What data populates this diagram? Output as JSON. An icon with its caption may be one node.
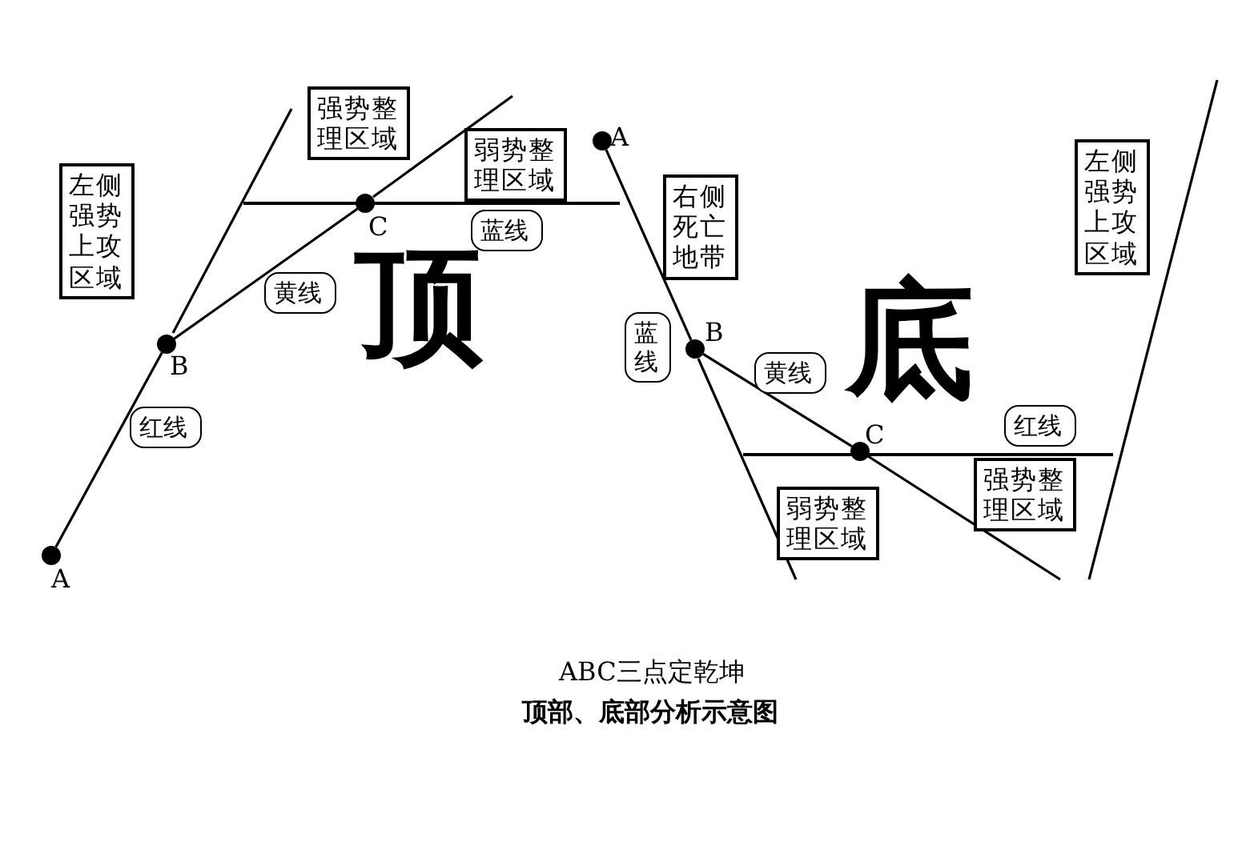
{
  "diagram": {
    "nodes": [
      {
        "text": [
          "强势整理区域"
        ]
      },
      {
        "text": [
          "弱势整理区域"
        ]
      },
      {
        "text": [
          "左侧强势上攻区域"
        ]
      },
      {
        "text": [
          "蓝线"
        ]
      },
      {
        "text": [
          "黄线"
        ]
      },
      {
        "text": [
          "红线"
        ]
      },
      {
        "text": [],
        "shape": "circle",
        "beside": [
          "A"
        ]
      },
      {
        "text": [],
        "shape": "circle",
        "beside": [
          "B"
        ]
      },
      {
        "text": [],
        "shape": "circle",
        "beside": [
          "C"
        ]
      },
      {
        "text": [],
        "shape": "circle",
        "beside": [
          "A"
        ]
      },
      {
        "text": [
          "左侧强势上攻区域"
        ]
      },
      {
        "text": [
          "右侧死亡地带"
        ]
      },
      {
        "text": [
          "蓝线"
        ]
      },
      {
        "text": [],
        "shape": "circle",
        "beside": [
          "B"
        ]
      },
      {
        "text": [
          "黄线"
        ]
      },
      {
        "text": [
          "红线"
        ]
      },
      {
        "text": [],
        "shape": "circle",
        "beside": [
          "C"
        ]
      },
      {
        "text": [
          "强势整理区域"
        ]
      },
      {
        "text": [
          "弱势整理区域"
        ]
      }
    ],
    "edges": [
      {
        "from": 6,
        "to": 7,
        "arrow": "none"
      },
      {
        "from": 7,
        "to": 8,
        "arrow": "none"
      },
      {
        "from": 9,
        "to": 13,
        "arrow": "none"
      },
      {
        "from": 13,
        "to": 16,
        "arrow": "none"
      }
    ],
    "labels": [
      "顶",
      "底",
      "ABC三点定乾坤",
      "顶部、底部分析示意图"
    ]
  }
}
